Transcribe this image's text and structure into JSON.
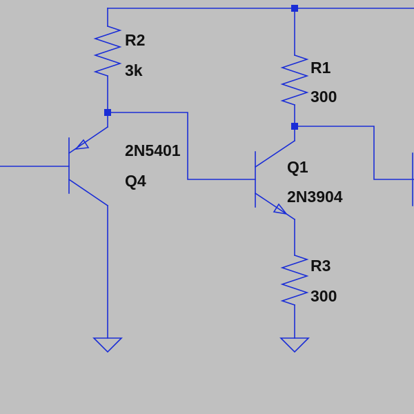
{
  "schematic": {
    "colors": {
      "background": "#c0c0c0",
      "wire": "#1a2dd6",
      "text": "#111111"
    },
    "components": {
      "r2": {
        "name": "R2",
        "value": "3k"
      },
      "r1": {
        "name": "R1",
        "value": "300"
      },
      "r3": {
        "name": "R3",
        "value": "300"
      },
      "q4": {
        "model": "2N5401",
        "name": "Q4"
      },
      "q1": {
        "name": "Q1",
        "model": "2N3904"
      }
    },
    "icons": [
      "ground-icon",
      "pnp-transistor-icon",
      "npn-transistor-icon",
      "resistor-icon",
      "junction-dot-icon"
    ]
  }
}
